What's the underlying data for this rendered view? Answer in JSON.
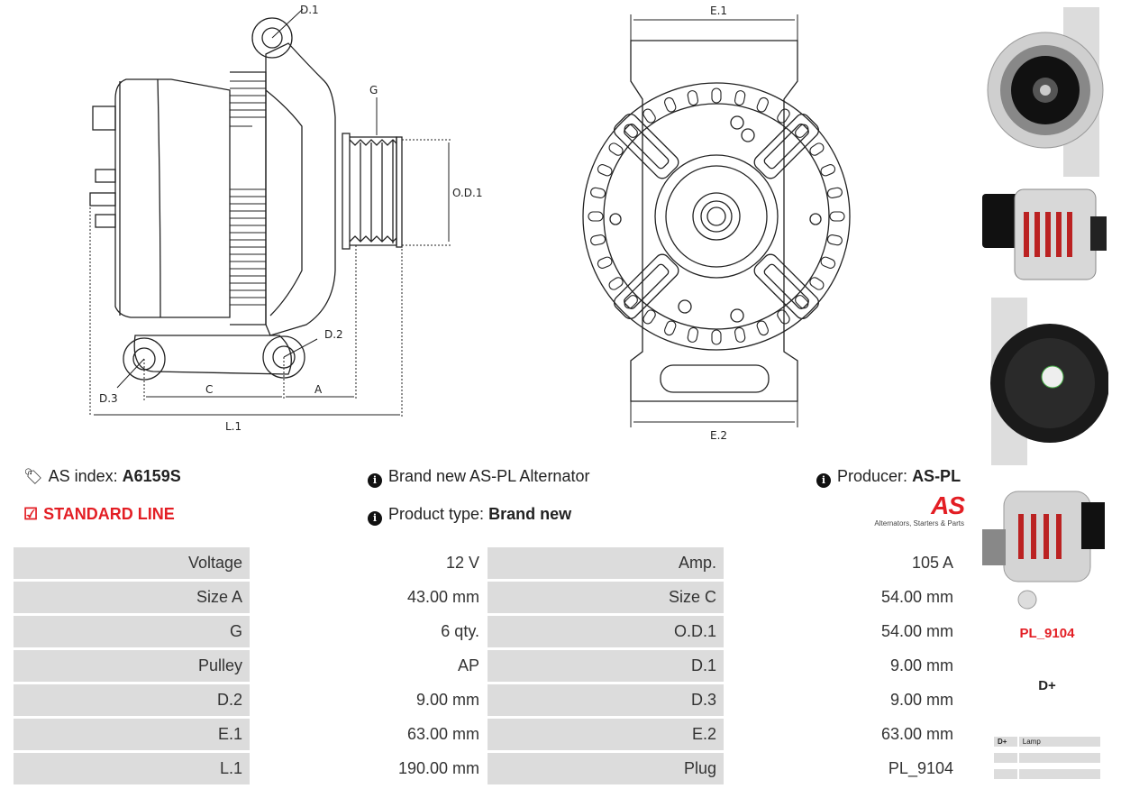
{
  "diagram_labels": {
    "d1": "D.1",
    "d2": "D.2",
    "d3": "D.3",
    "g": "G",
    "od1": "O.D.1",
    "c": "C",
    "a": "A",
    "l1": "L.1",
    "e1": "E.1",
    "e2": "E.2"
  },
  "info": {
    "as_index_label": "AS index:",
    "as_index_value": "A6159S",
    "description": "Brand new AS-PL Alternator",
    "producer_label": "Producer:",
    "producer_value": "AS-PL",
    "line": "STANDARD LINE",
    "product_type_label": "Product type:",
    "product_type_value": "Brand new"
  },
  "logo": {
    "text": "AS",
    "tagline": "Alternators, Starters & Parts"
  },
  "specs": [
    [
      "Voltage",
      "12 V",
      "Amp.",
      "105 A"
    ],
    [
      "Size A",
      "43.00 mm",
      "Size C",
      "54.00 mm"
    ],
    [
      "G",
      "6 qty.",
      "O.D.1",
      "54.00 mm"
    ],
    [
      "Pulley",
      "AP",
      "D.1",
      "9.00 mm"
    ],
    [
      "D.2",
      "9.00 mm",
      "D.3",
      "9.00 mm"
    ],
    [
      "E.1",
      "63.00 mm",
      "E.2",
      "63.00 mm"
    ],
    [
      "L.1",
      "190.00 mm",
      "Plug",
      "PL_9104"
    ]
  ],
  "sidebar": {
    "plug_code": "PL_9104",
    "terminal": "D+",
    "terminal_table": [
      [
        "D+",
        "Lamp"
      ],
      [
        "",
        ""
      ],
      [
        "",
        ""
      ]
    ]
  },
  "colors": {
    "accent": "#e31e24",
    "label_bg": "#dcdcdc"
  }
}
